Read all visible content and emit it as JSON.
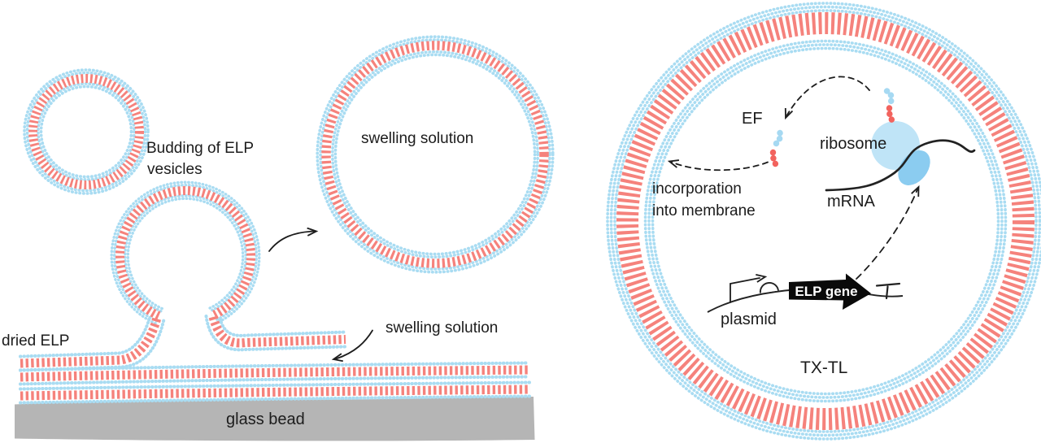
{
  "colors": {
    "membrane_blue": "#a9dcf2",
    "membrane_red": "#f5827c",
    "peptide_blue": "#a6d9f2",
    "peptide_red": "#f2635e",
    "ribosome_large": "#bfe4f7",
    "ribosome_small": "#8bccf0",
    "glass_gray": "#b5b5b5",
    "ink": "#1c1c1c",
    "gene_black": "#0a0a0a"
  },
  "left": {
    "budding_label_line1": "Budding of ELP",
    "budding_label_line2": "vesicles",
    "vesicle_label": "swelling solution",
    "solution_label": "swelling solution",
    "dried_elp_label": "dried ELP",
    "glass_bead_label": "glass bead"
  },
  "right": {
    "ef_label": "EF",
    "ribosome_label": "ribosome",
    "mrna_label": "mRNA",
    "incorporation_line1": "incorporation",
    "incorporation_line2": "into membrane",
    "plasmid_label": "plasmid",
    "gene_label": "ELP gene",
    "txtl_label": "TX-TL"
  }
}
